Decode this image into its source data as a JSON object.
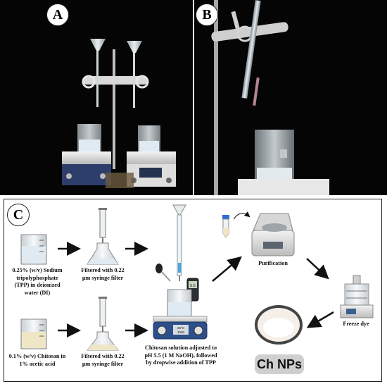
{
  "panels": {
    "a": {
      "letter": "A"
    },
    "b": {
      "letter": "B"
    },
    "c": {
      "letter": "C"
    }
  },
  "workflow": {
    "tpp_solution": "0.25% (w/v) Sodium tripolyphosphate (TPP) in deionized water (DI)",
    "tpp_filter": "Filtered with 0.22 µm syringe filter",
    "chitosan_solution": "0.1% (w/v) Chitosan in 1% acetic acid",
    "chitosan_filter": "Filtered with 0.22 µm syringe filter",
    "mixing_step": "Chitosan solution adjusted to pH 5.5 (1 M NaOH), followed by dropwise addition of TPP",
    "purification": "Purification",
    "freeze_dry": "Freeze dye",
    "product": "Ch NPs",
    "stirrer_display": "25°C",
    "stirrer_display_2": "1000",
    "meter_display": "5.5"
  },
  "colors": {
    "photo_background": "#050505",
    "badge": "#cfcfcf",
    "liquid": "#dfeaf2",
    "chitosan_liquid": "#efe6c6",
    "arrow": "#111111"
  }
}
